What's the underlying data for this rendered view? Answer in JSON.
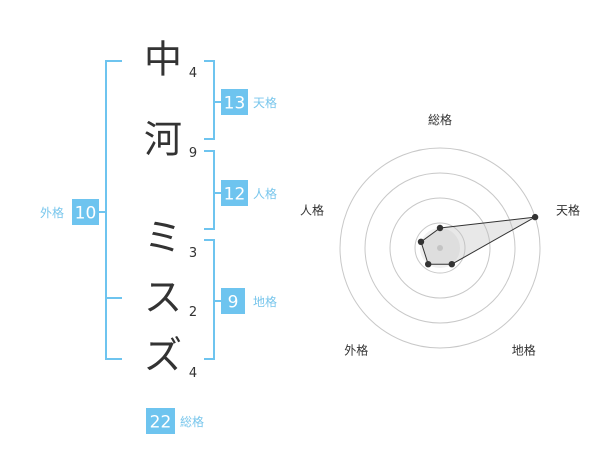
{
  "accent_color": "#6ec4ef",
  "label_color": "#78c6ec",
  "name": {
    "characters": [
      {
        "char": "中",
        "strokes": "4"
      },
      {
        "char": "河",
        "strokes": "9"
      },
      {
        "char": "ミ",
        "strokes": "3"
      },
      {
        "char": "ス",
        "strokes": "2"
      },
      {
        "char": "ズ",
        "strokes": "4"
      }
    ]
  },
  "fortune": {
    "tenkaku": {
      "value": "13",
      "label": "天格"
    },
    "jinkaku": {
      "value": "12",
      "label": "人格"
    },
    "chikaku": {
      "value": "9",
      "label": "地格"
    },
    "gaikaku": {
      "value": "10",
      "label": "外格"
    },
    "soukaku": {
      "value": "22",
      "label": "総格"
    }
  },
  "chart_data": {
    "type": "radar",
    "axes": [
      "総格",
      "天格",
      "地格",
      "外格",
      "人格"
    ],
    "values": [
      1,
      5,
      1,
      1,
      1
    ],
    "rmax": 5,
    "rings": 4
  }
}
